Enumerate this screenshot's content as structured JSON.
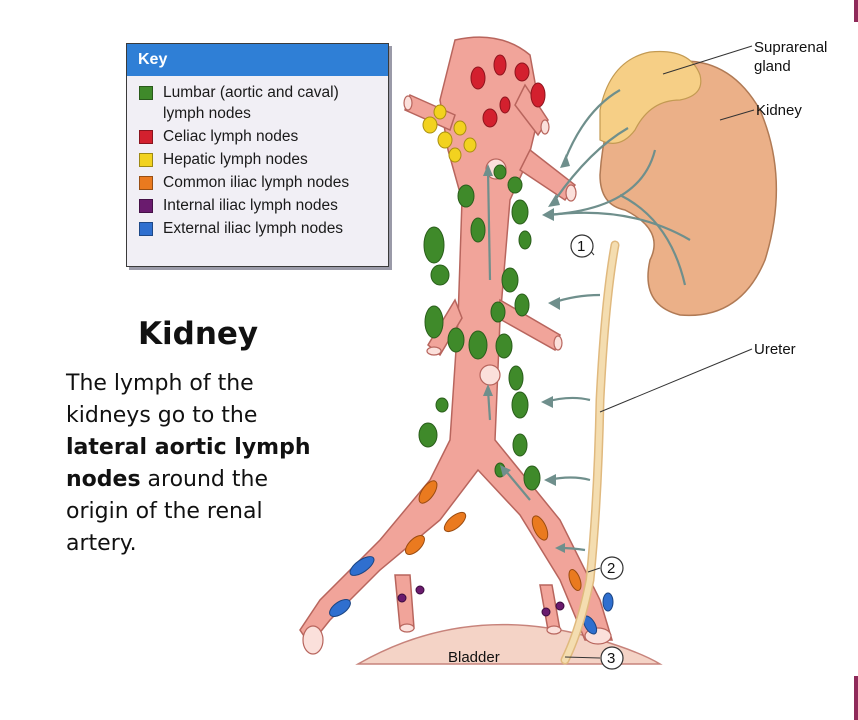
{
  "key": {
    "title": "Key",
    "items": [
      {
        "label": "Lumbar (aortic and caval) lymph nodes",
        "color": "#3f8a2a"
      },
      {
        "label": "Celiac lymph nodes",
        "color": "#d3202e"
      },
      {
        "label": "Hepatic lymph nodes",
        "color": "#f2d21f"
      },
      {
        "label": "Common iliac lymph nodes",
        "color": "#ea7a1f"
      },
      {
        "label": "Internal iliac lymph nodes",
        "color": "#6a1b6e"
      },
      {
        "label": "External iliac lymph nodes",
        "color": "#2f6fcf"
      }
    ]
  },
  "slide": {
    "heading": "Kidney",
    "body_before": "The lymph of the kidneys go to the",
    "body_bold": "lateral aortic lymph nodes",
    "body_after": "around the origin of the renal artery."
  },
  "diagram": {
    "labels": {
      "suprarenal_line1": "Suprarenal",
      "suprarenal_line2": "gland",
      "kidney": "Kidney",
      "ureter": "Ureter",
      "bladder": "Bladder"
    },
    "markers": [
      "1",
      "2",
      "3"
    ]
  },
  "colors": {
    "vessel": "#f1a49a",
    "kidney": "#ebb088",
    "ureter": "#f4ddb0",
    "arrow": "#6f8f8c",
    "accent_bar": "#8f2a5a"
  }
}
